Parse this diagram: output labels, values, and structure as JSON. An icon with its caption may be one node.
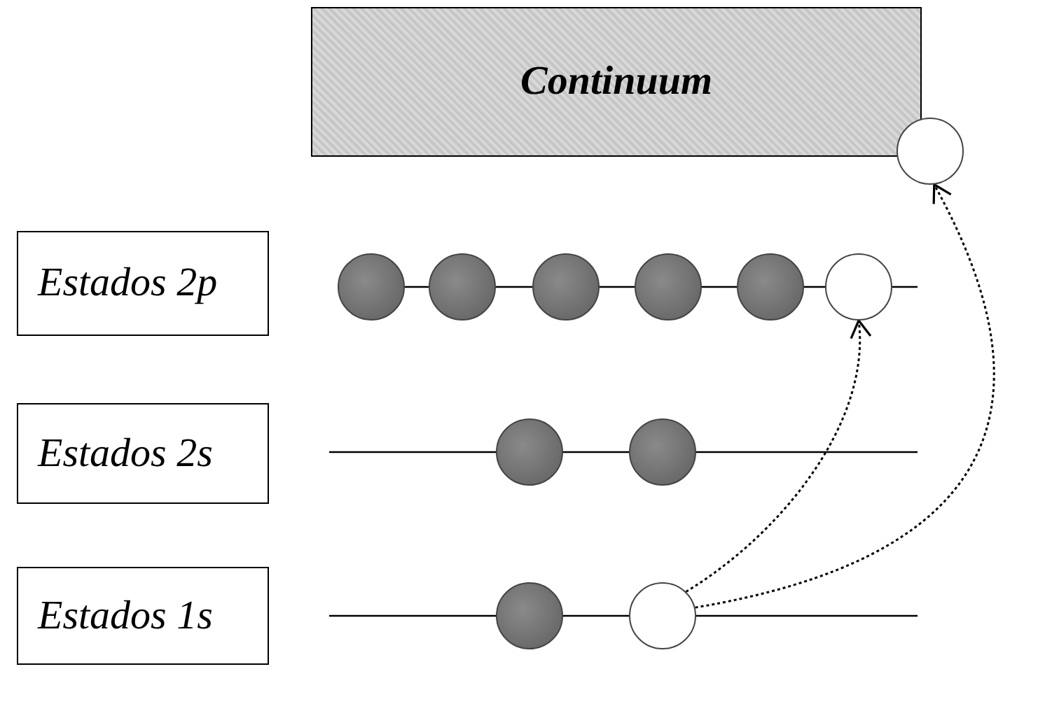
{
  "diagram": {
    "nodes": [
      {
        "text": [
          "Continuum"
        ]
      },
      {
        "text": [],
        "shape": "circle"
      },
      {
        "text": [
          "Estados 2p"
        ]
      },
      {
        "text": [],
        "shape": "circle"
      },
      {
        "text": [],
        "shape": "circle"
      },
      {
        "text": [],
        "shape": "circle"
      },
      {
        "text": [],
        "shape": "circle"
      },
      {
        "text": [],
        "shape": "circle"
      },
      {
        "text": [],
        "shape": "circle"
      },
      {
        "text": [
          "Estados 2s"
        ]
      },
      {
        "text": [],
        "shape": "circle"
      },
      {
        "text": [],
        "shape": "circle"
      },
      {
        "text": [
          "Estados 1s"
        ]
      },
      {
        "text": [],
        "shape": "circle"
      },
      {
        "text": [],
        "shape": "circle"
      }
    ],
    "edges": [
      {
        "from": 14,
        "to": 8,
        "arrow": "to",
        "style": "dashed"
      },
      {
        "from": 14,
        "to": 1,
        "arrow": "to",
        "style": "dashed"
      }
    ]
  }
}
